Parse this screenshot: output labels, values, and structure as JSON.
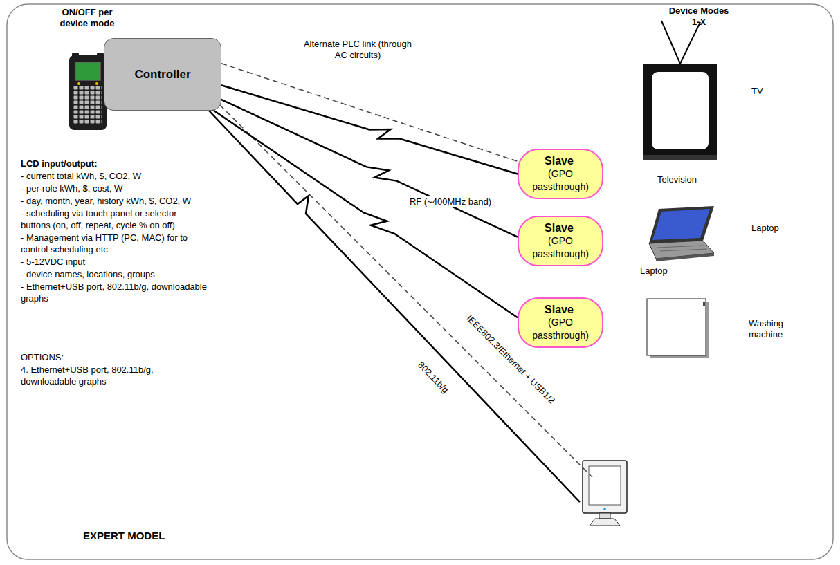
{
  "diagram": {
    "nodes": [
      {
        "text": [
          "Controller"
        ]
      },
      {
        "text": [
          "Slave",
          "(GPO passthrough)"
        ]
      },
      {
        "text": [
          "Slave",
          "(GPO passthrough)"
        ]
      },
      {
        "text": [
          "Slave",
          "(GPO passthrough)"
        ]
      }
    ],
    "edges": [
      {
        "from": 0,
        "to": 1,
        "arrow": "none",
        "label": "Alternate PLC link (through AC circuits)"
      },
      {
        "from": 0,
        "to": 1,
        "arrow": "none"
      },
      {
        "from": 0,
        "to": 2,
        "arrow": "none",
        "label": "RF (~400MHz band)"
      },
      {
        "from": 0,
        "to": 3,
        "arrow": "none"
      }
    ],
    "labels": [
      "ON/OFF per device mode",
      "Device Modes 1-X",
      "TV",
      "Television",
      "Laptop",
      "Laptop",
      "Washing machine",
      "LCD input/output:",
      "- current total kWh, $, CO2, W",
      "- per-role kWh, $, cost, W",
      "- day, month, year, history kWh, $, CO2, W",
      "- scheduling via touch panel or selector buttons (on, off, repeat, cycle % on off)",
      "- Management via HTTP (PC, MAC) for to control scheduling etc",
      "- 5-12VDC input",
      "- device names, locations, groups",
      "- Ethernet+USB port, 802.11b/g, downloadable graphs",
      "OPTIONS:",
      "4. Ethernet+USB port, 802.11b/g, downloadable graphs",
      "IEEE802.3/Ethernet + USB1/2",
      "802.11b/g",
      "EXPERT MODEL"
    ]
  }
}
